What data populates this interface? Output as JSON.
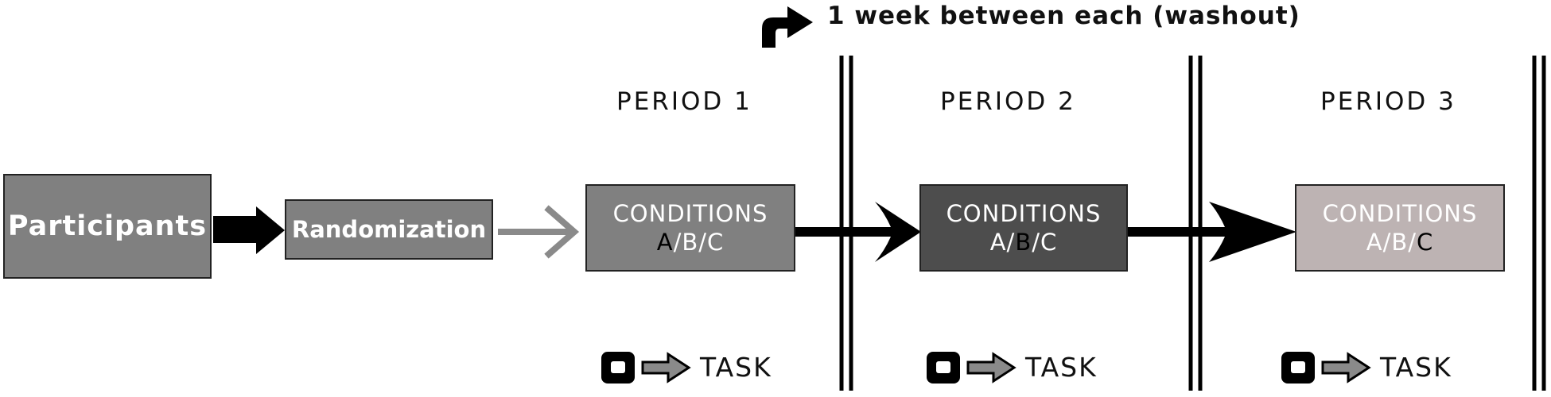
{
  "washout": {
    "note": "1 week between each (washout)"
  },
  "participants": {
    "label": "Participants"
  },
  "randomization": {
    "label": "Randomization"
  },
  "periods": [
    {
      "label": "PERIOD 1",
      "conditions_title": "CONDITIONS",
      "letters": [
        "A",
        "/B/C"
      ],
      "task": "TASK",
      "fill": "#808080",
      "highlight": "#000000"
    },
    {
      "label": "PERIOD 2",
      "conditions_title": "CONDITIONS",
      "letters": [
        "A/",
        "B",
        "/C"
      ],
      "task": "TASK",
      "fill": "#4d4d4d",
      "highlight": "#000000"
    },
    {
      "label": "PERIOD 3",
      "conditions_title": "CONDITIONS",
      "letters": [
        "A/B/",
        "C"
      ],
      "task": "TASK",
      "fill": "#bdb3b3",
      "highlight": "#000000"
    }
  ],
  "colors": {
    "box_gray": "#808080",
    "arrow_black": "#000000",
    "arrow_gray": "#8a8a8a"
  }
}
